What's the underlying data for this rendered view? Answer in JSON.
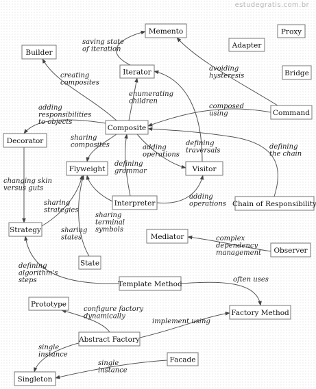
{
  "watermark": "estudegratis.com.br",
  "nodes": [
    {
      "id": "memento",
      "label": "Memento"
    },
    {
      "id": "proxy",
      "label": "Proxy"
    },
    {
      "id": "builder",
      "label": "Builder"
    },
    {
      "id": "adapter",
      "label": "Adapter"
    },
    {
      "id": "iterator",
      "label": "Iterator"
    },
    {
      "id": "bridge",
      "label": "Bridge"
    },
    {
      "id": "command",
      "label": "Command"
    },
    {
      "id": "composite",
      "label": "Composite"
    },
    {
      "id": "decorator",
      "label": "Decorator"
    },
    {
      "id": "flyweight",
      "label": "Flyweight"
    },
    {
      "id": "visitor",
      "label": "Visitor"
    },
    {
      "id": "interpreter",
      "label": "Interpreter"
    },
    {
      "id": "chain",
      "label": "Chain of Responsibility"
    },
    {
      "id": "strategy",
      "label": "Strategy"
    },
    {
      "id": "mediator",
      "label": "Mediator"
    },
    {
      "id": "observer",
      "label": "Observer"
    },
    {
      "id": "state",
      "label": "State"
    },
    {
      "id": "template",
      "label": "Template Method"
    },
    {
      "id": "prototype",
      "label": "Prototype"
    },
    {
      "id": "factory",
      "label": "Factory Method"
    },
    {
      "id": "abstractfactory",
      "label": "Abstract Factory"
    },
    {
      "id": "facade",
      "label": "Facade"
    },
    {
      "id": "singleton",
      "label": "Singleton"
    }
  ],
  "edges": [
    {
      "from": "iterator",
      "to": "memento",
      "label": [
        "saving state",
        "of iteration"
      ]
    },
    {
      "from": "command",
      "to": "memento",
      "label": [
        "avoiding",
        "hysteresis"
      ]
    },
    {
      "from": "composite",
      "to": "builder",
      "label": [
        "creating",
        "composites"
      ]
    },
    {
      "from": "composite",
      "to": "iterator",
      "label": [
        "enumerating",
        "children"
      ]
    },
    {
      "from": "command",
      "to": "composite",
      "label": [
        "composed",
        "using"
      ]
    },
    {
      "from": "composite",
      "to": "decorator",
      "label": [
        "adding",
        "responsibilities",
        "to objects"
      ]
    },
    {
      "from": "composite",
      "to": "flyweight",
      "label": [
        "sharing",
        "composites"
      ]
    },
    {
      "from": "composite",
      "to": "visitor",
      "label": [
        "adding",
        "operations"
      ]
    },
    {
      "from": "visitor",
      "to": "iterator",
      "label": [
        "defining",
        "traversals"
      ]
    },
    {
      "from": "chain",
      "to": "composite",
      "label": [
        "defining",
        "the chain"
      ]
    },
    {
      "from": "interpreter",
      "to": "composite",
      "label": [
        "defining",
        "grammar"
      ]
    },
    {
      "from": "interpreter",
      "to": "visitor",
      "label": [
        "adding",
        "operations"
      ]
    },
    {
      "from": "interpreter",
      "to": "flyweight",
      "label": [
        "sharing",
        "terminal",
        "symbols"
      ]
    },
    {
      "from": "decorator",
      "to": "strategy",
      "label": [
        "changing skin",
        "versus guts"
      ]
    },
    {
      "from": "strategy",
      "to": "flyweight",
      "label": [
        "sharing",
        "strategies"
      ]
    },
    {
      "from": "state",
      "to": "flyweight",
      "label": [
        "sharing",
        "states"
      ]
    },
    {
      "from": "observer",
      "to": "mediator",
      "label": [
        "complex",
        "dependency",
        "management"
      ]
    },
    {
      "from": "template",
      "to": "strategy",
      "label": [
        "defining",
        "algorithm's",
        "steps"
      ]
    },
    {
      "from": "template",
      "to": "factory",
      "label": [
        "often uses"
      ]
    },
    {
      "from": "abstractfactory",
      "to": "prototype",
      "label": [
        "configure factory",
        "dynamically"
      ]
    },
    {
      "from": "abstractfactory",
      "to": "factory",
      "label": [
        "implement using"
      ]
    },
    {
      "from": "abstractfactory",
      "to": "singleton",
      "label": [
        "single",
        "instance"
      ]
    },
    {
      "from": "facade",
      "to": "singleton",
      "label": [
        "single",
        "instance"
      ]
    }
  ]
}
